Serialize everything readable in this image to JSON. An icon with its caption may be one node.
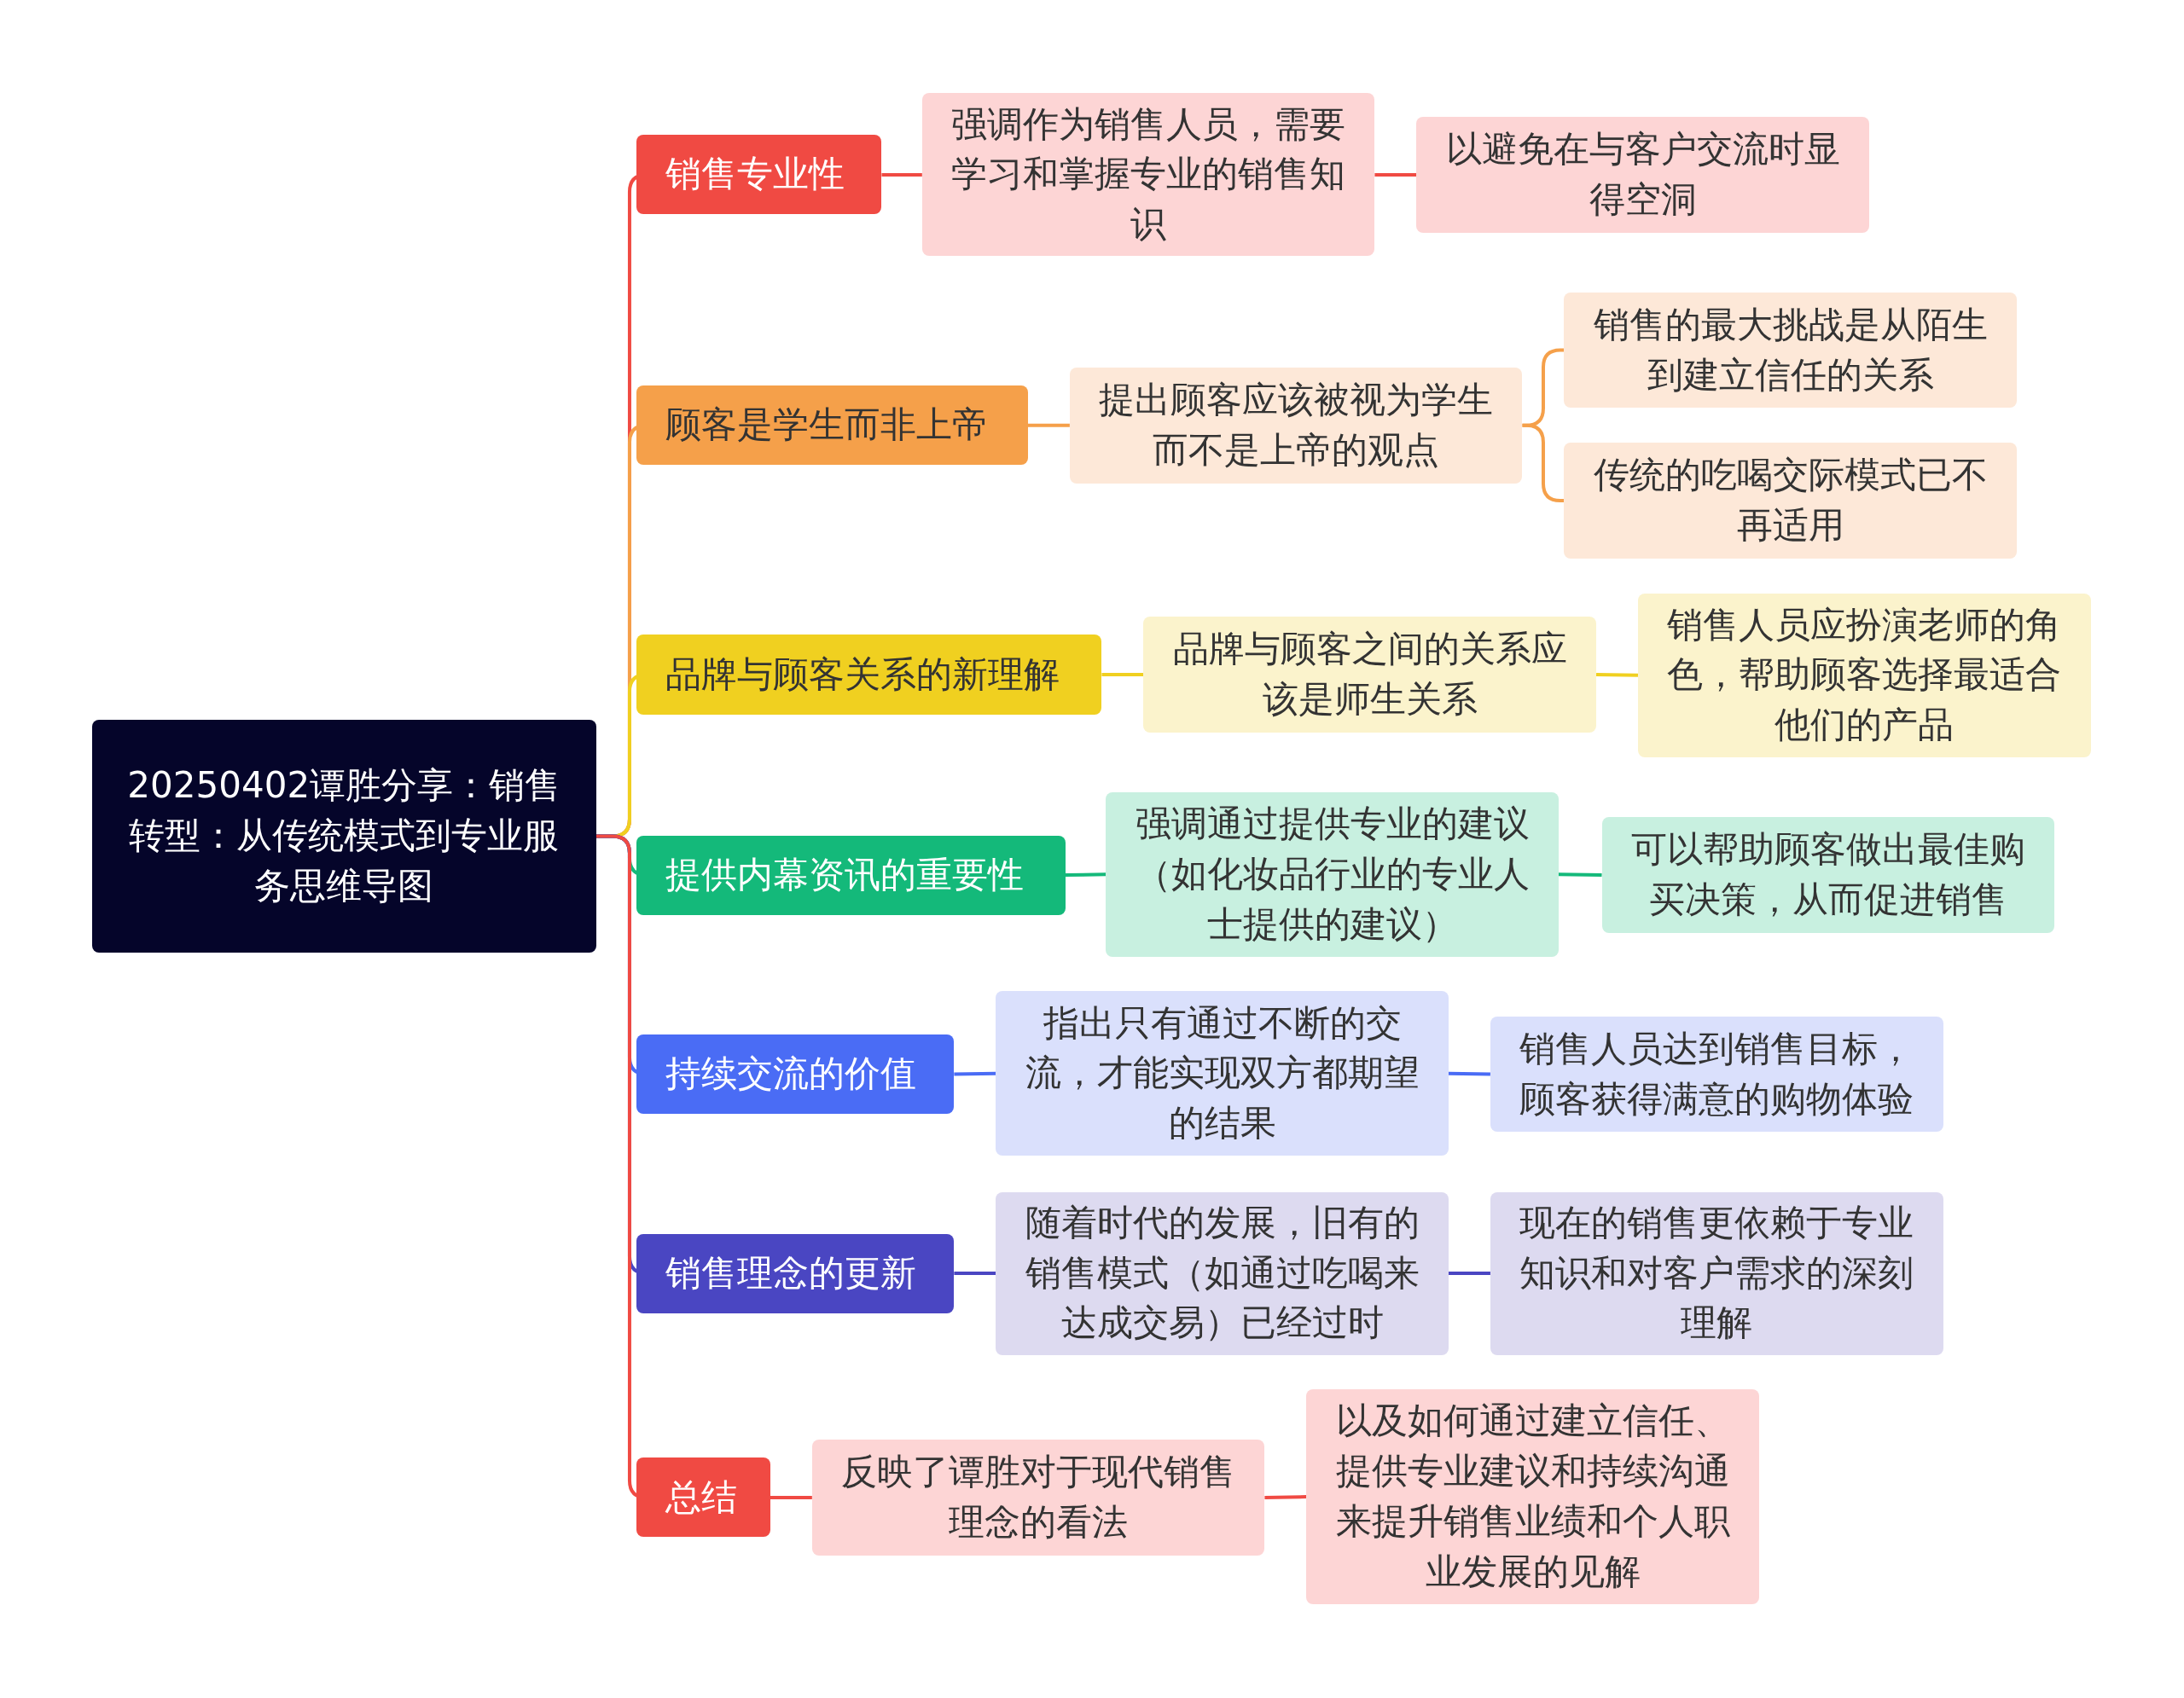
{
  "diagram": {
    "nodes": [
      {
        "text": [
          "20250402谭胜分享：销售转型：从传统模式到专业服务思维导图"
        ]
      },
      {
        "text": [
          "销售专业性"
        ]
      },
      {
        "text": [
          "强调作为销售人员，需要学习和掌握专业的销售知识"
        ]
      },
      {
        "text": [
          "以避免在与客户交流时显得空洞"
        ]
      },
      {
        "text": [
          "顾客是学生而非上帝"
        ]
      },
      {
        "text": [
          "提出顾客应该被视为学生而不是上帝的观点"
        ]
      },
      {
        "text": [
          "销售的最大挑战是从陌生到建立信任的关系"
        ]
      },
      {
        "text": [
          "传统的吃喝交际模式已不再适用"
        ]
      },
      {
        "text": [
          "品牌与顾客关系的新理解"
        ]
      },
      {
        "text": [
          "品牌与顾客之间的关系应该是师生关系"
        ]
      },
      {
        "text": [
          "销售人员应扮演老师的角色，帮助顾客选择最适合他们的产品"
        ]
      },
      {
        "text": [
          "提供内幕资讯的重要性"
        ]
      },
      {
        "text": [
          "强调通过提供专业的建议（如化妆品行业的专业人士提供的建议）"
        ]
      },
      {
        "text": [
          "可以帮助顾客做出最佳购买决策，从而促进销售"
        ]
      },
      {
        "text": [
          "持续交流的价值"
        ]
      },
      {
        "text": [
          "指出只有通过不断的交流，才能实现双方都期望的结果"
        ]
      },
      {
        "text": [
          "销售人员达到销售目标，顾客获得满意的购物体验"
        ]
      },
      {
        "text": [
          "销售理念的更新"
        ]
      },
      {
        "text": [
          "随着时代的发展，旧有的销售模式（如通过吃喝来达成交易）已经过时"
        ]
      },
      {
        "text": [
          "现在的销售更依赖于专业知识和对客户需求的深刻理解"
        ]
      },
      {
        "text": [
          "总结"
        ]
      },
      {
        "text": [
          "反映了谭胜对于现代销售理念的看法"
        ]
      },
      {
        "text": [
          "以及如何通过建立信任、提供专业建议和持续沟通来提升销售业绩和个人职业发展的见解"
        ]
      }
    ],
    "edges": [
      {
        "from": 0,
        "to": 1,
        "arrow": "none",
        "color": "#f04a43"
      },
      {
        "from": 1,
        "to": 2,
        "arrow": "none",
        "color": "#f04a43"
      },
      {
        "from": 2,
        "to": 3,
        "arrow": "none",
        "color": "#f04a43"
      },
      {
        "from": 0,
        "to": 4,
        "arrow": "none",
        "color": "#f5a04a"
      },
      {
        "from": 4,
        "to": 5,
        "arrow": "none",
        "color": "#f5a04a"
      },
      {
        "from": 5,
        "to": 6,
        "arrow": "none",
        "color": "#f5a04a"
      },
      {
        "from": 5,
        "to": 7,
        "arrow": "none",
        "color": "#f5a04a"
      },
      {
        "from": 0,
        "to": 8,
        "arrow": "none",
        "color": "#f0d020"
      },
      {
        "from": 8,
        "to": 9,
        "arrow": "none",
        "color": "#f0d020"
      },
      {
        "from": 9,
        "to": 10,
        "arrow": "none",
        "color": "#f0d020"
      },
      {
        "from": 0,
        "to": 11,
        "arrow": "none",
        "color": "#14b97a"
      },
      {
        "from": 11,
        "to": 12,
        "arrow": "none",
        "color": "#14b97a"
      },
      {
        "from": 12,
        "to": 13,
        "arrow": "none",
        "color": "#14b97a"
      },
      {
        "from": 0,
        "to": 14,
        "arrow": "none",
        "color": "#4a6cf5"
      },
      {
        "from": 14,
        "to": 15,
        "arrow": "none",
        "color": "#4a6cf5"
      },
      {
        "from": 15,
        "to": 16,
        "arrow": "none",
        "color": "#4a6cf5"
      },
      {
        "from": 0,
        "to": 17,
        "arrow": "none",
        "color": "#4a46c2"
      },
      {
        "from": 17,
        "to": 18,
        "arrow": "none",
        "color": "#4a46c2"
      },
      {
        "from": 18,
        "to": 19,
        "arrow": "none",
        "color": "#4a46c2"
      },
      {
        "from": 0,
        "to": 20,
        "arrow": "none",
        "color": "#f04a43"
      },
      {
        "from": 20,
        "to": 21,
        "arrow": "none",
        "color": "#f04a43"
      },
      {
        "from": 21,
        "to": 22,
        "arrow": "none",
        "color": "#f04a43"
      }
    ]
  }
}
